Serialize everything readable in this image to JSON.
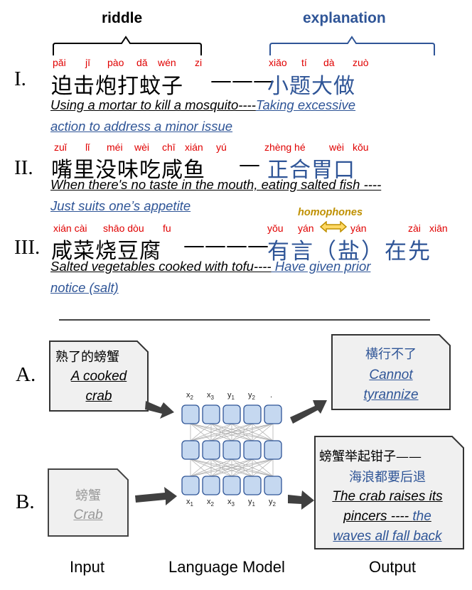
{
  "headers": {
    "riddle": "riddle",
    "explanation": "explanation"
  },
  "riddles": [
    {
      "numeral": "I.",
      "pinyin_left": [
        "pǎi",
        "jī",
        "pào",
        "dǎ",
        "wén",
        "zi"
      ],
      "pinyin_right": [
        "xiǎo",
        "tí",
        "dà",
        "zuò"
      ],
      "chinese_left": "迫击炮打蚊子",
      "chinese_dash": "———",
      "chinese_right": "小题大做",
      "eng_black": "Using a mortar to kill a mosquito----",
      "eng_blue_1": "Taking excessive",
      "eng_blue_2": "action to address a minor issue"
    },
    {
      "numeral": "II.",
      "pinyin_left": [
        "zuǐ",
        "lǐ",
        "méi",
        "wèi",
        "chī",
        "xián",
        "yú"
      ],
      "pinyin_right": [
        "zhèng hé",
        "wèi",
        "kǒu"
      ],
      "chinese_left": "嘴里没味吃咸鱼",
      "chinese_dash": "—",
      "chinese_right": "正合胃口",
      "eng_black": "When there's no taste in the mouth, eating salted fish ----",
      "eng_blue_1": "Just suits one’s appetite"
    },
    {
      "numeral": "III.",
      "pinyin_left": [
        "xián cài",
        "shāo dòu",
        "fu"
      ],
      "pinyin_right": [
        "yǒu",
        "yán",
        "yán",
        "zài",
        "xiān"
      ],
      "chinese_left": "咸菜烧豆腐",
      "chinese_dash": "————",
      "chinese_right": "有言（盐）在先",
      "homophones": "homophones",
      "eng_black": "Salted vegetables cooked with tofu----",
      "eng_blue_1": " Have given prior",
      "eng_blue_2": "notice (salt)"
    }
  ],
  "examples": {
    "A": {
      "label": "A.",
      "input_cn": "熟了的螃蟹",
      "input_en_1": "A cooked",
      "input_en_2": "crab",
      "output_cn": "横行不了",
      "output_en_1": "Cannot",
      "output_en_2": "tyrannize"
    },
    "B": {
      "label": "B.",
      "input_cn": "螃蟹",
      "input_en": "Crab",
      "output_cn_1": "螃蟹举起钳子——",
      "output_cn_2": "海浪都要后退",
      "output_en_1": "The crab raises its",
      "output_en_2": "pincers ---- ",
      "output_en_2b": "the",
      "output_en_3": "waves all fall back"
    }
  },
  "lm_labels_top": [
    "x",
    "x",
    "y",
    "y",
    "."
  ],
  "lm_subs_top": [
    "2",
    "3",
    "1",
    "2",
    ""
  ],
  "lm_labels_bottom": [
    "x",
    "x",
    "x",
    "y",
    "y"
  ],
  "lm_subs_bottom": [
    "1",
    "2",
    "3",
    "1",
    "2"
  ],
  "captions": {
    "input": "Input",
    "model": "Language Model",
    "output": "Output"
  },
  "colors": {
    "pinyin": "#e00000",
    "explanation": "#2f5597",
    "homophones": "#bf9000",
    "cell_fill": "#c5d8f0",
    "cell_stroke": "#2f5597"
  }
}
